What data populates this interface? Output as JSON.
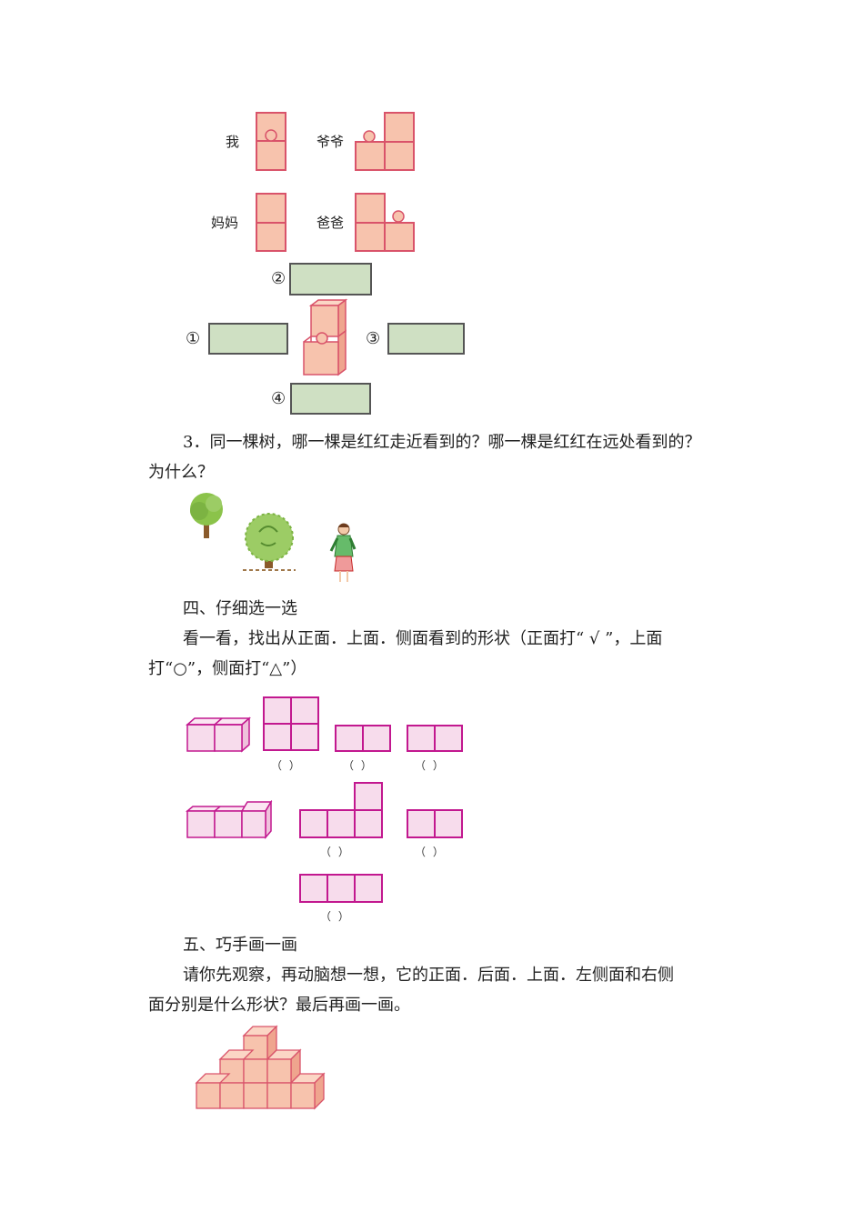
{
  "views": {
    "me": "我",
    "grandpa": "爷爷",
    "mom": "妈妈",
    "dad": "爸爸",
    "markers": [
      "②",
      "①",
      "③",
      "④"
    ]
  },
  "question3": {
    "line1": "3．同一棵树，哪一棵是红红走近看到的？哪一棵是红红在远处看到的？",
    "line2": "为什么？"
  },
  "section4": {
    "title": "四、仔细选一选",
    "line1": "看一看，找出从正面．上面．侧面看到的形状（正面打“ √ ”，上面",
    "line2": "打“○”，侧面打“△”）",
    "blank": "（   ）"
  },
  "section5": {
    "title": "五、巧手画一画",
    "line1": "请你先观察，再动脑想一想，它的正面．后面．上面．左侧面和右侧",
    "line2": "面分别是什么形状？最后再画一画。"
  },
  "colors": {
    "salmon_fill": "#f7c3ad",
    "salmon_stroke": "#d9536a",
    "pink_fill": "#f7dcec",
    "pink_stroke": "#c2188f",
    "green_box": "#cfe0c3"
  }
}
